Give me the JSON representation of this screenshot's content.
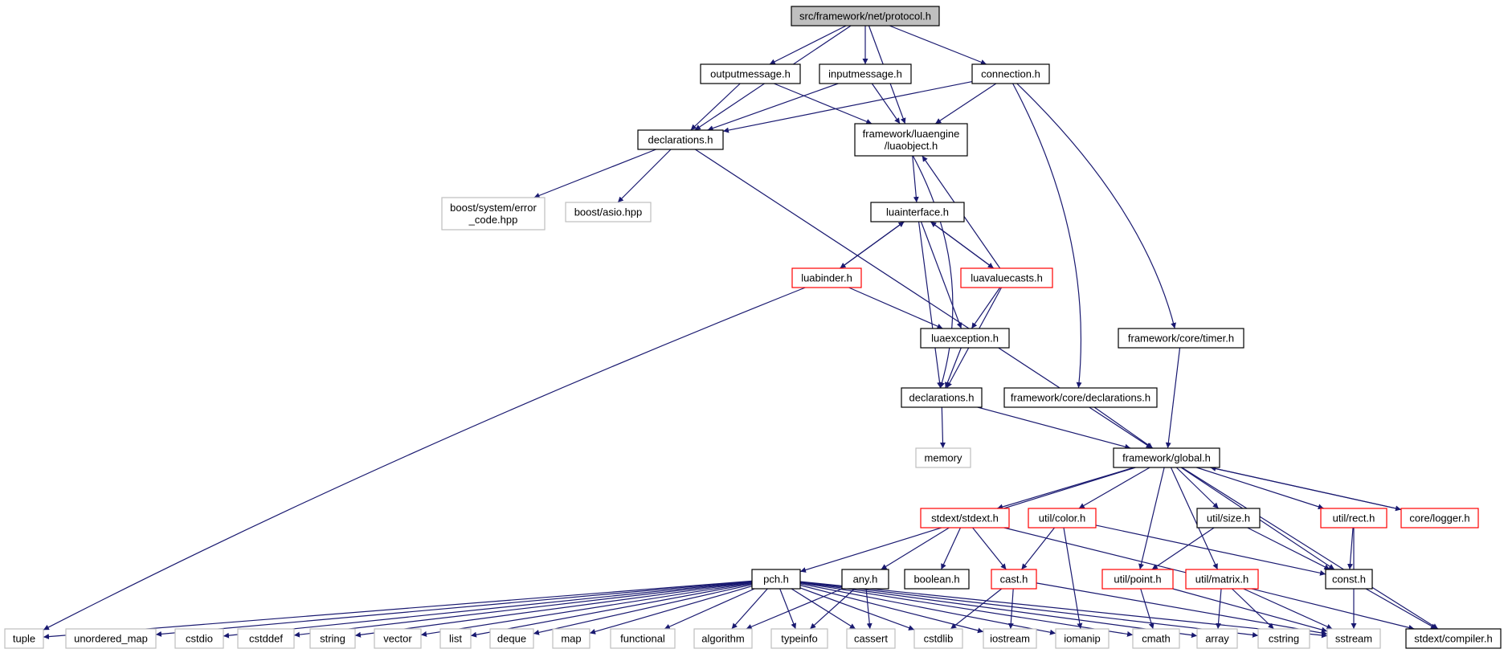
{
  "colors": {
    "edge": "#191970",
    "node_normal": "#000000",
    "node_truncated": "#ff0000",
    "node_external": "#bfbfbf",
    "root_fill": "#bfbfbf"
  },
  "nodes": {
    "protocol": {
      "lines": [
        "src/framework/net/protocol.h"
      ],
      "kind": "root"
    },
    "outputmessage": {
      "lines": [
        "outputmessage.h"
      ],
      "kind": "normal"
    },
    "inputmessage": {
      "lines": [
        "inputmessage.h"
      ],
      "kind": "normal"
    },
    "connection": {
      "lines": [
        "connection.h"
      ],
      "kind": "normal"
    },
    "net_declarations": {
      "lines": [
        "declarations.h"
      ],
      "kind": "normal"
    },
    "luaobject": {
      "lines": [
        "framework/luaengine",
        "/luaobject.h"
      ],
      "kind": "normal"
    },
    "boost_error": {
      "lines": [
        "boost/system/error",
        "_code.hpp"
      ],
      "kind": "external"
    },
    "boost_asio": {
      "lines": [
        "boost/asio.hpp"
      ],
      "kind": "external"
    },
    "luainterface": {
      "lines": [
        "luainterface.h"
      ],
      "kind": "normal"
    },
    "luabinder": {
      "lines": [
        "luabinder.h"
      ],
      "kind": "truncated"
    },
    "luavaluecasts": {
      "lines": [
        "luavaluecasts.h"
      ],
      "kind": "truncated"
    },
    "luaexception": {
      "lines": [
        "luaexception.h"
      ],
      "kind": "normal"
    },
    "core_timer": {
      "lines": [
        "framework/core/timer.h"
      ],
      "kind": "normal"
    },
    "lua_declarations": {
      "lines": [
        "declarations.h"
      ],
      "kind": "normal"
    },
    "core_declarations": {
      "lines": [
        "framework/core/declarations.h"
      ],
      "kind": "normal"
    },
    "memory": {
      "lines": [
        "memory"
      ],
      "kind": "external"
    },
    "global": {
      "lines": [
        "framework/global.h"
      ],
      "kind": "normal"
    },
    "stdext": {
      "lines": [
        "stdext/stdext.h"
      ],
      "kind": "truncated"
    },
    "color": {
      "lines": [
        "util/color.h"
      ],
      "kind": "truncated"
    },
    "size": {
      "lines": [
        "util/size.h"
      ],
      "kind": "normal"
    },
    "rect": {
      "lines": [
        "util/rect.h"
      ],
      "kind": "truncated"
    },
    "logger": {
      "lines": [
        "core/logger.h"
      ],
      "kind": "truncated"
    },
    "pch": {
      "lines": [
        "pch.h"
      ],
      "kind": "normal"
    },
    "any": {
      "lines": [
        "any.h"
      ],
      "kind": "normal"
    },
    "boolean": {
      "lines": [
        "boolean.h"
      ],
      "kind": "normal"
    },
    "cast": {
      "lines": [
        "cast.h"
      ],
      "kind": "truncated"
    },
    "point": {
      "lines": [
        "util/point.h"
      ],
      "kind": "truncated"
    },
    "matrix": {
      "lines": [
        "util/matrix.h"
      ],
      "kind": "truncated"
    },
    "const": {
      "lines": [
        "const.h"
      ],
      "kind": "normal"
    },
    "compiler": {
      "lines": [
        "stdext/compiler.h"
      ],
      "kind": "normal"
    },
    "tuple": {
      "lines": [
        "tuple"
      ],
      "kind": "external"
    },
    "unordered_map": {
      "lines": [
        "unordered_map"
      ],
      "kind": "external"
    },
    "cstdio": {
      "lines": [
        "cstdio"
      ],
      "kind": "external"
    },
    "cstddef": {
      "lines": [
        "cstddef"
      ],
      "kind": "external"
    },
    "string": {
      "lines": [
        "string"
      ],
      "kind": "external"
    },
    "vector": {
      "lines": [
        "vector"
      ],
      "kind": "external"
    },
    "list": {
      "lines": [
        "list"
      ],
      "kind": "external"
    },
    "deque": {
      "lines": [
        "deque"
      ],
      "kind": "external"
    },
    "map": {
      "lines": [
        "map"
      ],
      "kind": "external"
    },
    "functional": {
      "lines": [
        "functional"
      ],
      "kind": "external"
    },
    "algorithm": {
      "lines": [
        "algorithm"
      ],
      "kind": "external"
    },
    "typeinfo": {
      "lines": [
        "typeinfo"
      ],
      "kind": "external"
    },
    "cassert": {
      "lines": [
        "cassert"
      ],
      "kind": "external"
    },
    "cstdlib": {
      "lines": [
        "cstdlib"
      ],
      "kind": "external"
    },
    "iostream": {
      "lines": [
        "iostream"
      ],
      "kind": "external"
    },
    "iomanip": {
      "lines": [
        "iomanip"
      ],
      "kind": "external"
    },
    "cmath": {
      "lines": [
        "cmath"
      ],
      "kind": "external"
    },
    "array": {
      "lines": [
        "array"
      ],
      "kind": "external"
    },
    "cstring": {
      "lines": [
        "cstring"
      ],
      "kind": "external"
    },
    "sstream": {
      "lines": [
        "sstream"
      ],
      "kind": "external"
    }
  },
  "edges": [
    [
      "protocol",
      "outputmessage"
    ],
    [
      "protocol",
      "inputmessage"
    ],
    [
      "protocol",
      "connection"
    ],
    [
      "protocol",
      "net_declarations"
    ],
    [
      "protocol",
      "luaobject"
    ],
    [
      "outputmessage",
      "net_declarations"
    ],
    [
      "outputmessage",
      "luaobject"
    ],
    [
      "inputmessage",
      "net_declarations"
    ],
    [
      "inputmessage",
      "luaobject"
    ],
    [
      "connection",
      "net_declarations"
    ],
    [
      "connection",
      "luaobject"
    ],
    [
      "connection",
      "core_timer"
    ],
    [
      "connection",
      "core_declarations"
    ],
    [
      "net_declarations",
      "boost_error"
    ],
    [
      "net_declarations",
      "boost_asio"
    ],
    [
      "net_declarations",
      "global"
    ],
    [
      "luaobject",
      "luainterface"
    ],
    [
      "luaobject",
      "lua_declarations"
    ],
    [
      "luainterface",
      "luabinder"
    ],
    [
      "luainterface",
      "luavaluecasts"
    ],
    [
      "luainterface",
      "luaexception"
    ],
    [
      "luainterface",
      "lua_declarations"
    ],
    [
      "luabinder",
      "luainterface"
    ],
    [
      "luabinder",
      "luaexception"
    ],
    [
      "luabinder",
      "tuple"
    ],
    [
      "luavaluecasts",
      "luainterface"
    ],
    [
      "luavaluecasts",
      "luaobject"
    ],
    [
      "luavaluecasts",
      "luaexception"
    ],
    [
      "luavaluecasts",
      "lua_declarations"
    ],
    [
      "luaexception",
      "lua_declarations"
    ],
    [
      "lua_declarations",
      "memory"
    ],
    [
      "lua_declarations",
      "global"
    ],
    [
      "core_declarations",
      "global"
    ],
    [
      "core_timer",
      "global"
    ],
    [
      "global",
      "pch"
    ],
    [
      "global",
      "stdext"
    ],
    [
      "global",
      "color"
    ],
    [
      "global",
      "size"
    ],
    [
      "global",
      "rect"
    ],
    [
      "global",
      "logger"
    ],
    [
      "global",
      "point"
    ],
    [
      "global",
      "matrix"
    ],
    [
      "global",
      "const"
    ],
    [
      "global",
      "compiler"
    ],
    [
      "logger",
      "global"
    ],
    [
      "stdext",
      "any"
    ],
    [
      "stdext",
      "boolean"
    ],
    [
      "stdext",
      "cast"
    ],
    [
      "stdext",
      "compiler"
    ],
    [
      "color",
      "cast"
    ],
    [
      "color",
      "iomanip"
    ],
    [
      "color",
      "const"
    ],
    [
      "size",
      "point"
    ],
    [
      "size",
      "const"
    ],
    [
      "rect",
      "const"
    ],
    [
      "rect",
      "sstream"
    ],
    [
      "cast",
      "cstdlib"
    ],
    [
      "cast",
      "iostream"
    ],
    [
      "cast",
      "sstream"
    ],
    [
      "any",
      "algorithm"
    ],
    [
      "any",
      "typeinfo"
    ],
    [
      "any",
      "cassert"
    ],
    [
      "point",
      "cmath"
    ],
    [
      "point",
      "sstream"
    ],
    [
      "matrix",
      "array"
    ],
    [
      "matrix",
      "cstring"
    ],
    [
      "matrix",
      "sstream"
    ],
    [
      "const",
      "compiler"
    ],
    [
      "pch",
      "tuple"
    ],
    [
      "pch",
      "unordered_map"
    ],
    [
      "pch",
      "cstdio"
    ],
    [
      "pch",
      "cstddef"
    ],
    [
      "pch",
      "string"
    ],
    [
      "pch",
      "vector"
    ],
    [
      "pch",
      "list"
    ],
    [
      "pch",
      "deque"
    ],
    [
      "pch",
      "map"
    ],
    [
      "pch",
      "functional"
    ],
    [
      "pch",
      "algorithm"
    ],
    [
      "pch",
      "typeinfo"
    ],
    [
      "pch",
      "cassert"
    ],
    [
      "pch",
      "cstdlib"
    ],
    [
      "pch",
      "iostream"
    ],
    [
      "pch",
      "iomanip"
    ],
    [
      "pch",
      "cmath"
    ],
    [
      "pch",
      "array"
    ],
    [
      "pch",
      "cstring"
    ],
    [
      "pch",
      "sstream"
    ]
  ]
}
